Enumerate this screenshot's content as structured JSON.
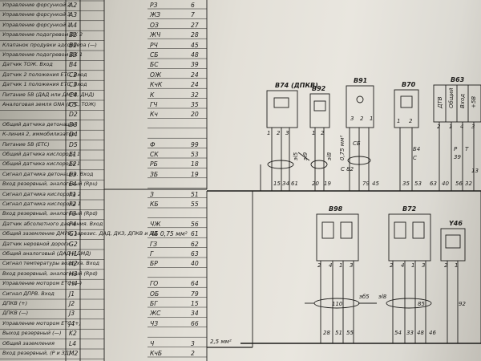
{
  "rows": [
    {
      "signal": "Управление форсункой 2",
      "pin": "A2",
      "code": "РЗ",
      "num": "6"
    },
    {
      "signal": "Управление форсункой 3",
      "pin": "A3",
      "code": "ЖЗ",
      "num": "7"
    },
    {
      "signal": "Управление форсункой 1",
      "pin": "A4",
      "code": "ОЗ",
      "num": "27"
    },
    {
      "signal": "Управление подогревом ДК 2",
      "pin": "B1",
      "code": "ЖЧ",
      "num": "28"
    },
    {
      "signal": "Клапанок продувки адсорбера (—)",
      "pin": "B2",
      "code": "РЧ",
      "num": "45"
    },
    {
      "signal": "Управление подогревом ДК 1",
      "pin": "B3",
      "code": "СБ",
      "num": "48"
    },
    {
      "signal": "Датчик ТОЖ. Вход",
      "pin": "B4",
      "code": "БС",
      "num": "39"
    },
    {
      "signal": "Датчик 2 положения ЕТС. Вход",
      "pin": "C2",
      "code": "ОЖ",
      "num": "24"
    },
    {
      "signal": "Датчик 1 положения ЕТС. Вход",
      "pin": "C3",
      "code": "КчК",
      "num": "24"
    },
    {
      "signal": "Питание 5В (ДАД или ДМРВ, ДНД)",
      "pin": "C4",
      "code": "К",
      "num": "32"
    },
    {
      "signal": "Аналоговая земля GNA (ЕТС, ТОЖ)",
      "pin": "C5",
      "code": "ГЧ",
      "num": "35"
    },
    {
      "signal": "",
      "pin": "D2",
      "code": "Кч",
      "num": "20"
    },
    {
      "signal": "Общий датчика детонации",
      "pin": "D3",
      "code": "",
      "num": ""
    },
    {
      "signal": "К-линия 2, иммобилизатор",
      "pin": "D4",
      "code": "",
      "num": ""
    },
    {
      "signal": "Питание 5В (ЕТС)",
      "pin": "D5",
      "code": "Ф",
      "num": "99"
    },
    {
      "signal": "Общий датчика кислорода 1",
      "pin": "E1",
      "code": "СК",
      "num": "53"
    },
    {
      "signal": "Общий датчика кислорода 1",
      "pin": "E2",
      "code": "РБ",
      "num": "18"
    },
    {
      "signal": "Сигнал датчика детонации. Вход",
      "pin": "E3",
      "code": "ЗБ",
      "num": "19"
    },
    {
      "signal": "Вход резервный, аналоговый (Rpu)",
      "pin": "E4",
      "code": "",
      "num": ""
    },
    {
      "signal": "Сигнал датчика кислорода 2",
      "pin": "F1",
      "code": "З",
      "num": "51"
    },
    {
      "signal": "Сигнал датчика кислорода 1",
      "pin": "F2",
      "code": "КБ",
      "num": "55"
    },
    {
      "signal": "Вход резервный, аналоговый (Rpd)",
      "pin": "F3",
      "code": "",
      "num": ""
    },
    {
      "signal": "Датчик абсолютного давления. Вход",
      "pin": "F4",
      "code": "ЧЖ",
      "num": "56"
    },
    {
      "signal": "Общий заземление ДМРВ, зарезис. ДАД, ДКЗ, ДПКВ и ДД",
      "pin": "G1",
      "code": "ЧБ 0,75 мм²",
      "num": "61"
    },
    {
      "signal": "Датчик неровной дороги",
      "pin": "G2",
      "code": "ГЗ",
      "num": "62"
    },
    {
      "signal": "Общий аналоговый (ДАД и ДМД)",
      "pin": "H1",
      "code": "Г",
      "num": "63"
    },
    {
      "signal": "Сигнал температуры воздуха. Вход",
      "pin": "H2",
      "code": "БР",
      "num": "40"
    },
    {
      "signal": "Вход резервный, аналоговый (Rpd)",
      "pin": "H3",
      "code": "",
      "num": ""
    },
    {
      "signal": "Управление мотором ЕТС (—)",
      "pin": "H4",
      "code": "ГО",
      "num": "64"
    },
    {
      "signal": "Сигнал ДПРВ. Вход",
      "pin": "J1",
      "code": "ОБ",
      "num": "79"
    },
    {
      "signal": "ДПКВ (+)",
      "pin": "J2",
      "code": "БГ",
      "num": "15"
    },
    {
      "signal": "ДПКВ (—)",
      "pin": "J3",
      "code": "ЖС",
      "num": "34"
    },
    {
      "signal": "Управление мотором ЕТС (+)",
      "pin": "J4",
      "code": "ЧЗ",
      "num": "66"
    },
    {
      "signal": "Выход резервный (—)",
      "pin": "K2",
      "code": "",
      "num": ""
    },
    {
      "signal": "Общий заземления",
      "pin": "L4",
      "code": "Ч",
      "num": "3"
    },
    {
      "signal": "Вход резервный, (Р и ЗД)",
      "pin": "M2",
      "code": "КчБ",
      "num": "2"
    }
  ],
  "bus_wire_label": "2,5 мм²",
  "blocks": {
    "b74": {
      "name": "B74 (ДПКВ)",
      "pins": [
        "1",
        "2",
        "3"
      ]
    },
    "b92": {
      "name": "B92",
      "pins": [
        "1",
        "2"
      ]
    },
    "b91": {
      "name": "B91",
      "pins": [
        "3",
        "2",
        "1"
      ]
    },
    "b70": {
      "name": "B70",
      "pins": [
        "1",
        "2"
      ]
    },
    "b63": {
      "name": "B63",
      "labels": [
        "ДТВ",
        "Общий",
        "Вход",
        "+5В"
      ],
      "pins": [
        "2",
        "1",
        "4",
        "3"
      ]
    },
    "b98": {
      "name": "B98",
      "pins": [
        "2",
        "4",
        "1",
        "3"
      ]
    },
    "b72": {
      "name": "B72",
      "pins": [
        "2",
        "4",
        "1",
        "3"
      ]
    },
    "y46": {
      "name": "Y46",
      "pins": [
        "2",
        "1"
      ]
    }
  },
  "wire_marks": {
    "b74_area": [
      "эl5",
      "эl9",
      "эl8"
    ],
    "b91_area": [
      "0,75 мм²",
      "СБ",
      "C 82"
    ],
    "b70_area": [
      "Б4",
      "С"
    ],
    "b63_area": [
      "Р",
      "Т",
      "39"
    ],
    "lower": [
      "эб5",
      "эl8"
    ]
  },
  "terminals_upper": [
    "15",
    "34",
    "61",
    "20",
    "19",
    "79",
    "45",
    "35",
    "53",
    "40",
    "63",
    "56",
    "32",
    "13"
  ],
  "terminals_lower": [
    "28",
    "51",
    "55",
    "54",
    "33",
    "48",
    "46",
    "92",
    "110",
    "85"
  ]
}
